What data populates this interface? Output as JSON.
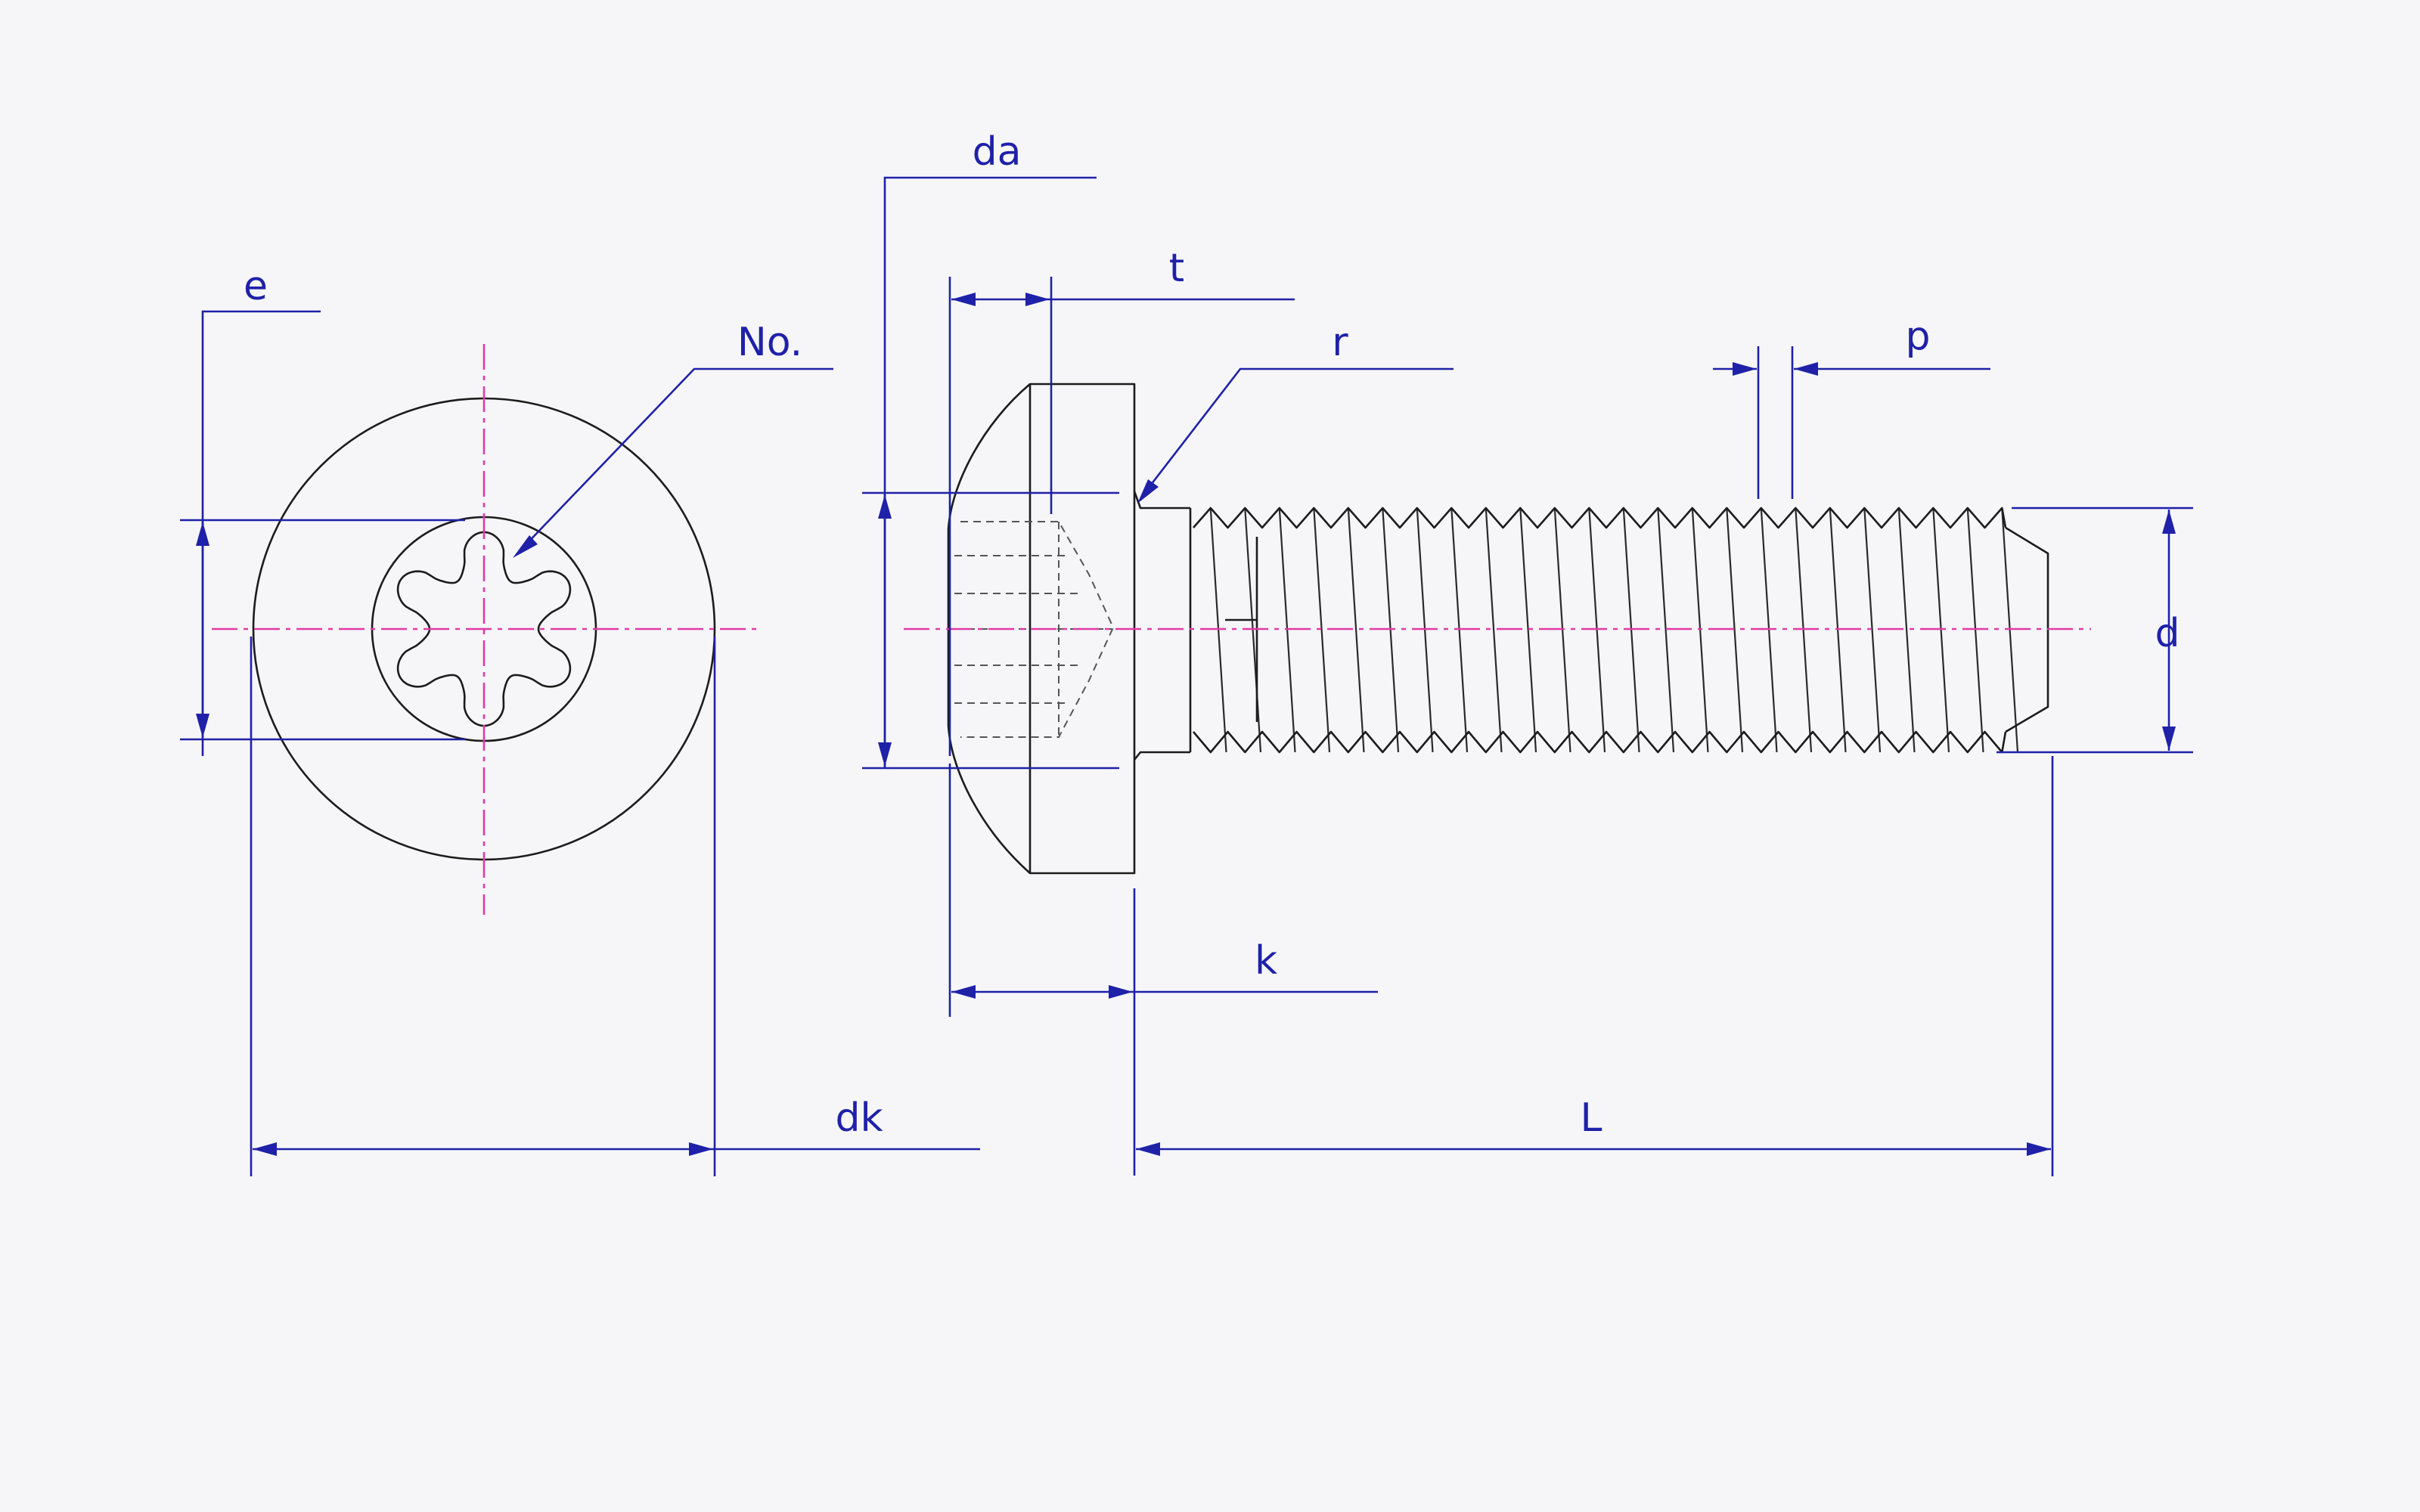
{
  "labels": {
    "e": "e",
    "no": "No.",
    "dk": "dk",
    "da": "da",
    "t": "t",
    "r": "r",
    "p": "p",
    "d": "d",
    "k": "k",
    "L": "L"
  },
  "colors": {
    "object_line": "#1c1c1c",
    "dimension_line": "#1f21a8",
    "center_line": "#e33aa8",
    "background": "#f6f6f8"
  }
}
